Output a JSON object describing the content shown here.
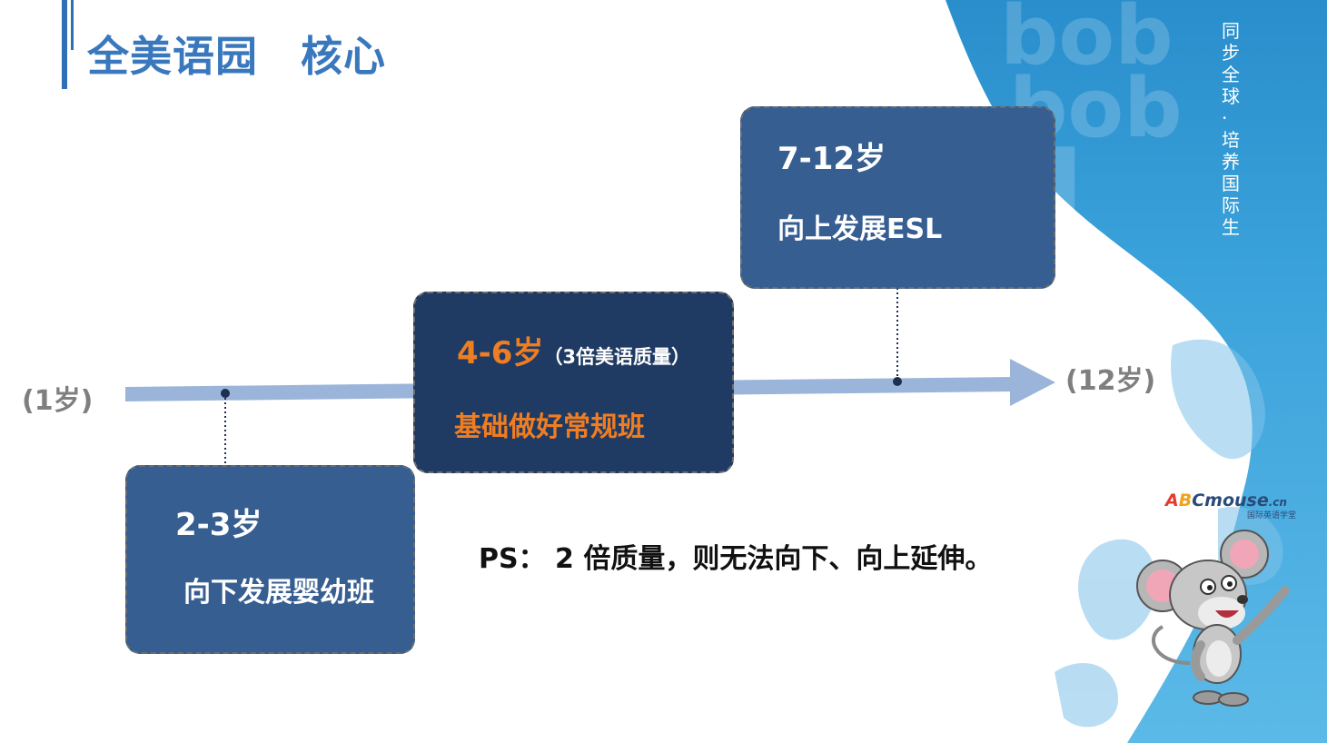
{
  "header": {
    "title": "全美语园　核心"
  },
  "slogan": {
    "chars": [
      "同",
      "步",
      "全",
      "球",
      "·",
      "培",
      "养",
      "国",
      "际",
      "生"
    ]
  },
  "logo": {
    "text_a": "A",
    "text_b": "B",
    "text_rest": "Cmouse",
    "suffix": ".cn",
    "sub": "国际英语学堂"
  },
  "timeline": {
    "start_label": "(1岁)",
    "end_label": "(12岁)"
  },
  "stages": {
    "infant": {
      "age": "2-3岁",
      "desc": "向下发展婴幼班"
    },
    "core": {
      "age": "4-6岁",
      "note": "（3倍美语质量）",
      "desc": "基础做好常规班"
    },
    "upper": {
      "age": "7-12岁",
      "desc": "向上发展ESL"
    }
  },
  "ps": "PS： 2 倍质量，则无法向下、向上延伸。",
  "colors": {
    "title": "#3a78bd",
    "box_light": "#365e91",
    "box_dark": "#1f3a63",
    "highlight": "#ef7d22",
    "arrow": "#9ab5d9",
    "deco_blue": "#3a9fd6"
  }
}
